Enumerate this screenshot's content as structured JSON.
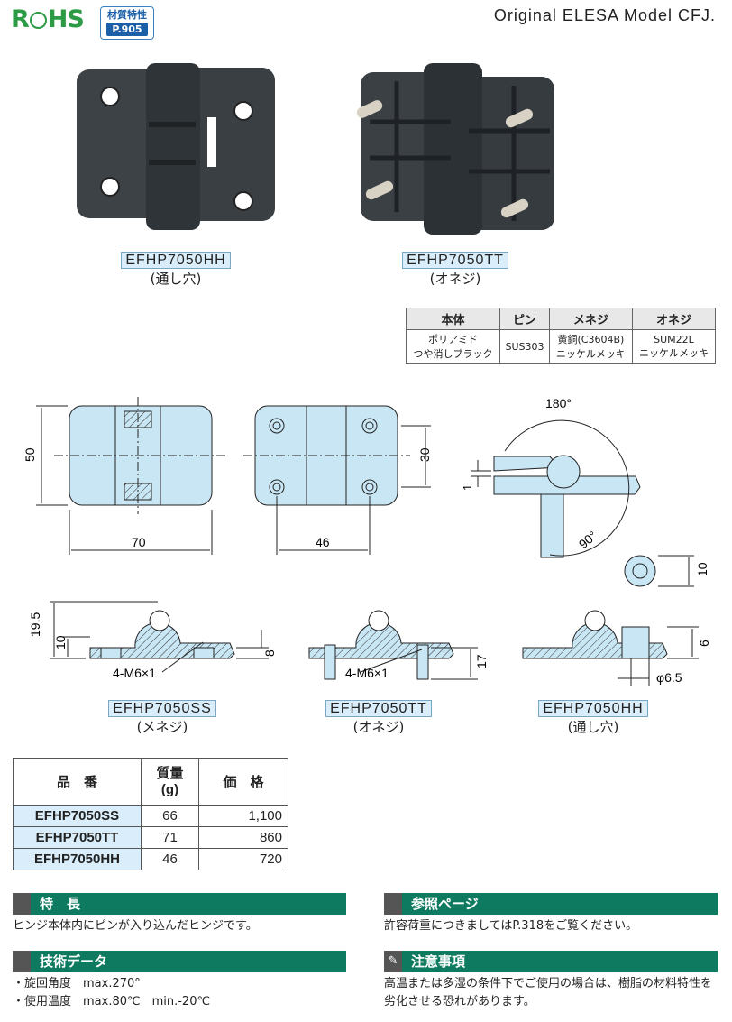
{
  "header": {
    "rohs": "R HS",
    "badge_line1": "材質特性",
    "badge_line2": "P.905",
    "model": "Original ELESA Model CFJ."
  },
  "photos": [
    {
      "code": "EFHP7050HH",
      "sub": "(通し穴)"
    },
    {
      "code": "EFHP7050TT",
      "sub": "(オネジ)"
    }
  ],
  "material_table": {
    "headers": [
      "本体",
      "ピン",
      "メネジ",
      "オネジ"
    ],
    "row": [
      [
        "ポリアミド",
        "つや消しブラック"
      ],
      [
        "SUS303"
      ],
      [
        "黄銅(C3604B)",
        "ニッケルメッキ"
      ],
      [
        "SUM22L",
        "ニッケルメッキ"
      ]
    ]
  },
  "drawings": {
    "dim_50": "50",
    "dim_70": "70",
    "dim_46": "46",
    "dim_30": "30",
    "dim_180": "180°",
    "dim_90": "90°",
    "dim_1": "1",
    "dim_10_side": "10",
    "dim_6": "6",
    "dim_phi": "φ6.5",
    "dim_19_5": "19.5",
    "dim_10": "10",
    "dim_8": "8",
    "dim_17": "17",
    "thread_label_1": "4-M6×1",
    "thread_label_2": "4-M6×1"
  },
  "section_captions": [
    {
      "code": "EFHP7050SS",
      "sub": "(メネジ)"
    },
    {
      "code": "EFHP7050TT",
      "sub": "(オネジ)"
    },
    {
      "code": "EFHP7050HH",
      "sub": "(通し穴)"
    }
  ],
  "spec_table": {
    "headers": [
      "品　番",
      "質量\n(g)",
      "価　格"
    ],
    "rows": [
      [
        "EFHP7050SS",
        "66",
        "1,100"
      ],
      [
        "EFHP7050TT",
        "71",
        "860"
      ],
      [
        "EFHP7050HH",
        "46",
        "720"
      ]
    ]
  },
  "sections": {
    "features_title": "特　長",
    "features_text": "ヒンジ本体内にピンが入り込んだヒンジです。",
    "tech_title": "技術データ",
    "tech_lines": [
      "・旋回角度　max.270°",
      "・使用温度　max.80℃　min.-20℃"
    ],
    "ref_title": "参照ページ",
    "ref_text": "許容荷重につきましてはP.318をご覧ください。",
    "caution_title": "注意事項",
    "caution_text": "高温または多湿の条件下でご使用の場合は、樹脂の材料特性を劣化させる恐れがあります。"
  },
  "colors": {
    "accent": "#0e7a5f",
    "highlight": "#d9eefa",
    "part": "#c9e6f5"
  }
}
